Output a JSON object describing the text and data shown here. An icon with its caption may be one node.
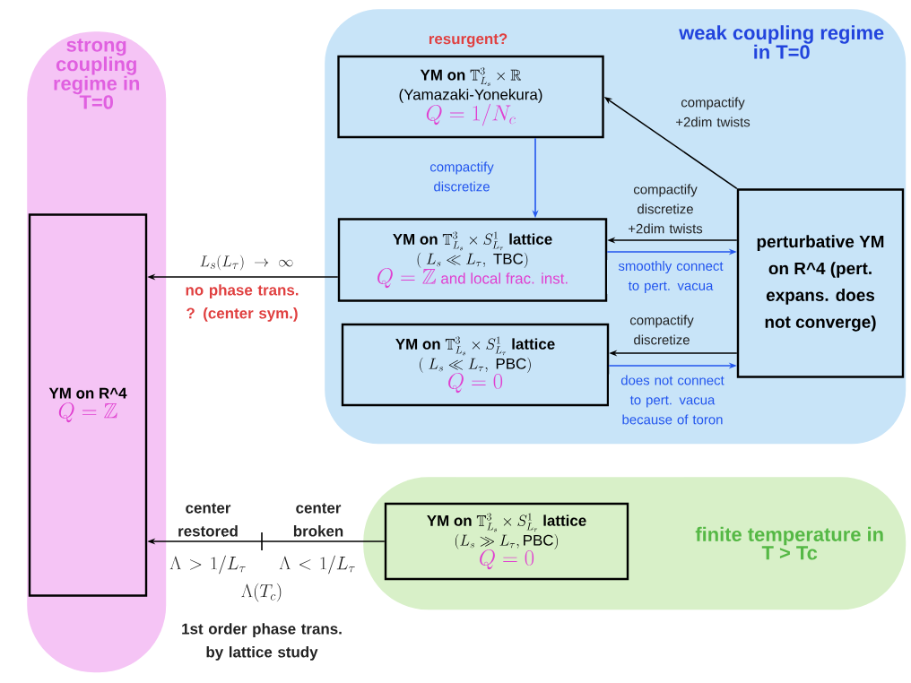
{
  "diagram": {
    "nodes": [
      {
        "text": [
          "strong coupling regime in T=0"
        ]
      },
      {
        "text": [
          "YM on R^4",
          "Q=\\mathbb{Z}"
        ],
        "in": 0
      },
      {
        "text": [
          "weak coupling regime in T=0"
        ]
      },
      {
        "text": [
          "YM on",
          "\\mathbb{T}^3_{L_s}\\times\\mathbb{R}",
          "(Yamazaki-Yonekura)",
          "Q=1/N_c"
        ],
        "beside": [
          "resurgent?"
        ],
        "in": 2
      },
      {
        "text": [
          "YM on",
          "\\mathbb{T}^3_{L_s}\\times S^1_{L_\\tau}",
          "lattice",
          "(\\;L_s\\ll L_\\tau,\\ \\text{TBC})",
          "Q=\\mathbb{Z}",
          "and local frac. inst."
        ],
        "in": 2
      },
      {
        "text": [
          "YM on",
          "\\mathbb{T}^3_{L_s}\\times S^1_{L_\\tau}",
          "lattice",
          "(\\;L_s\\ll L_\\tau,\\ \\text{PBC})",
          "Q=0"
        ],
        "in": 2
      },
      {
        "text": [
          "perturbative YM on R^4 (pert. expans. does not converge)"
        ],
        "in": 2
      },
      {
        "text": [
          "finite temperature in T > Tc"
        ]
      },
      {
        "text": [
          "YM on",
          "\\mathbb{T}^3_{L_s}\\times S^1_{L_\\tau}",
          "lattice",
          "(L_s\\gg L_\\tau,\\text{PBC})",
          "Q=0"
        ],
        "in": 7
      }
    ],
    "edges": [
      {
        "from": 6,
        "to": 3,
        "arrow": "to",
        "label": "compactify +2dim twists"
      },
      {
        "from": 3,
        "to": 4,
        "arrow": "to",
        "label": "compactify discretize",
        "color": "#2255ee"
      },
      {
        "from": 6,
        "to": 4,
        "arrow": "to",
        "label": "compactify discretize +2dim twists"
      },
      {
        "from": 4,
        "to": 6,
        "arrow": "to",
        "label": "smoothly connect to pert. vacua",
        "color": "#2255ee"
      },
      {
        "from": 6,
        "to": 5,
        "arrow": "to",
        "label": "compactify discretize"
      },
      {
        "from": 5,
        "to": 6,
        "arrow": "to",
        "label": "does not connect to pert. vacua because of toron",
        "color": "#2255ee"
      },
      {
        "from": 4,
        "to": 1,
        "arrow": "to",
        "label": "L_s(L_\\tau)\\to\\infty"
      },
      {
        "from": 8,
        "to": 1,
        "arrow": "to"
      }
    ],
    "labels": [
      "no phase trans. ? (center sym.)",
      "center restored",
      "center broken",
      "\\Lambda > 1/L_\\tau",
      "\\Lambda < 1/L_\\tau",
      "\\Lambda(T_c)",
      "1st order phase trans. by lattice study"
    ]
  }
}
